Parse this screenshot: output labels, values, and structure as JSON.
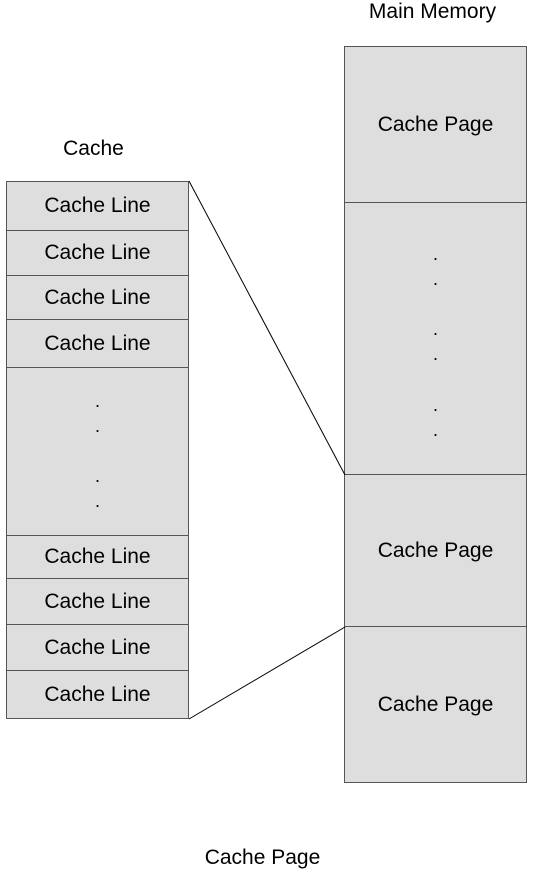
{
  "main_memory": {
    "title": "Main Memory",
    "blocks": [
      {
        "type": "page",
        "label": "Cache Page"
      },
      {
        "type": "ellipsis",
        "dots": [
          ".",
          ".",
          ".",
          ".",
          ".",
          "."
        ]
      },
      {
        "type": "page",
        "label": "Cache Page"
      },
      {
        "type": "page",
        "label": "Cache Page"
      }
    ]
  },
  "cache": {
    "title": "Cache",
    "lines_top": [
      "Cache Line",
      "Cache Line",
      "Cache Line",
      "Cache Line"
    ],
    "dots": [
      ".",
      ".",
      ".",
      "."
    ],
    "lines_bottom": [
      "Cache Line",
      "Cache Line",
      "Cache Line",
      "Cache Line"
    ]
  },
  "caption": "Cache Page"
}
